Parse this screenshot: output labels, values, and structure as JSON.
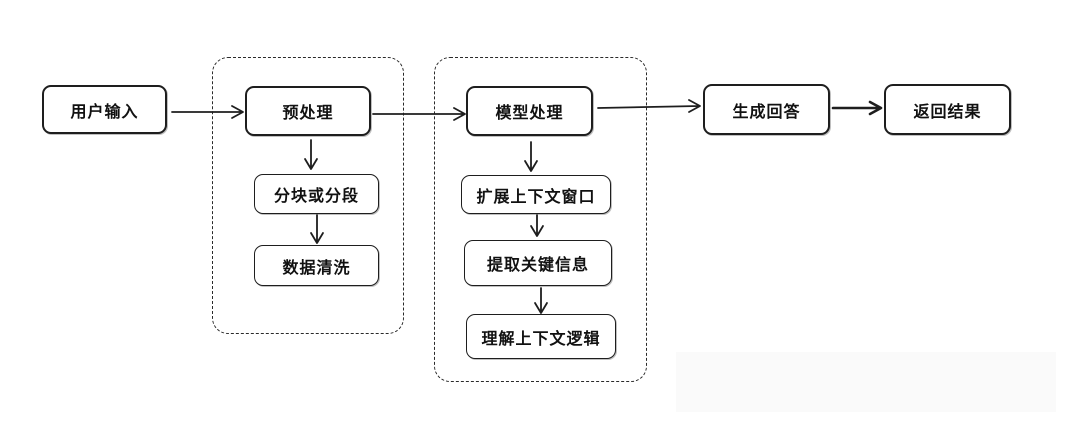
{
  "nodes": {
    "user_input": "用户输入",
    "preprocess": "预处理",
    "chunking": "分块或分段",
    "cleaning": "数据清洗",
    "model_processing": "模型处理",
    "expand_context": "扩展上下文窗口",
    "extract_info": "提取关键信息",
    "understand_logic": "理解上下文逻辑",
    "generate_answer": "生成回答",
    "return_result": "返回结果"
  },
  "colors": {
    "stroke": "#1e1e1e",
    "background": "#ffffff"
  }
}
